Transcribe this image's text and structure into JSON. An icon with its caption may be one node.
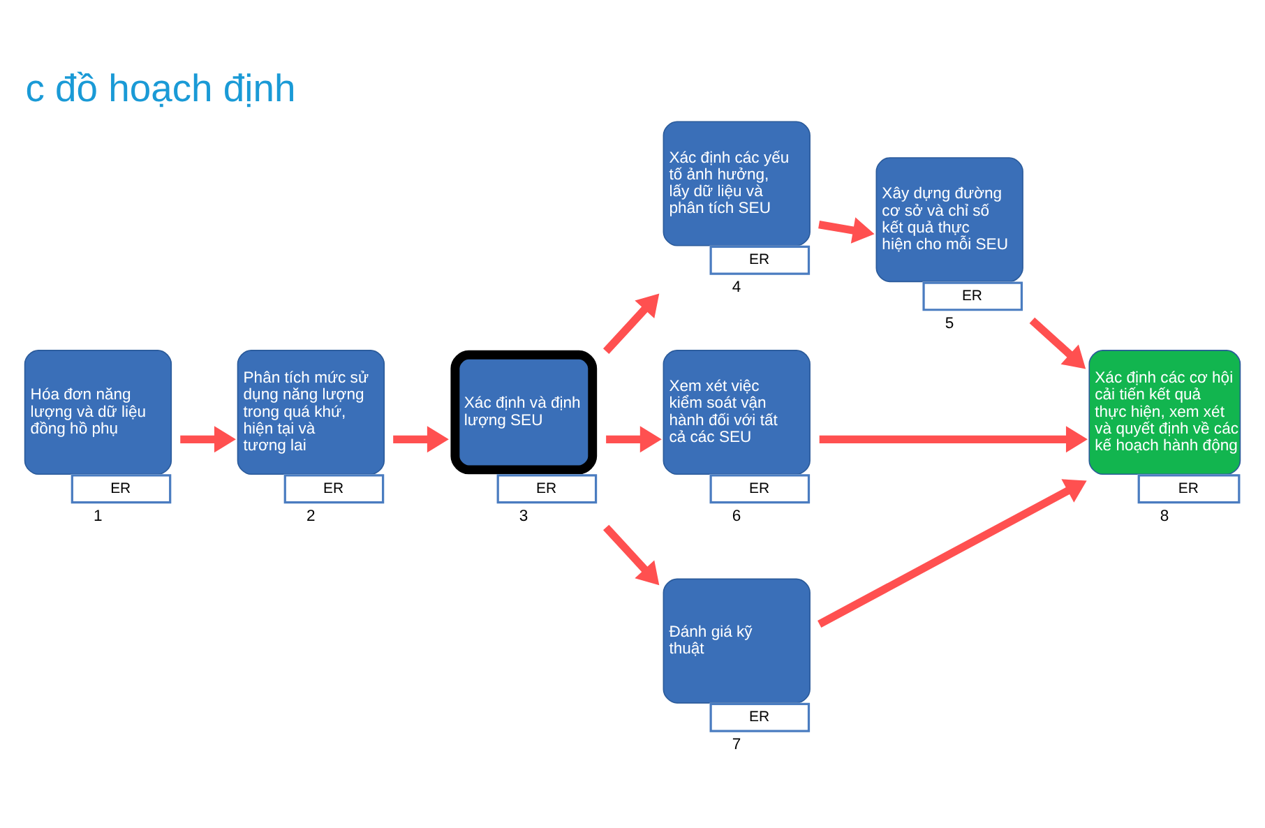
{
  "diagram": {
    "title": "c đồ hoạch định",
    "nodes": [
      {
        "text": [
          "Hóa đơn năng lượng và dữ liệu đồng hồ phụ",
          "ER"
        ],
        "beside": [
          "1"
        ]
      },
      {
        "text": [
          "Phân tích mức sử dụng năng lượng trong quá khứ, hiện tại và tương lai",
          "ER"
        ],
        "beside": [
          "2"
        ]
      },
      {
        "text": [
          "Xác định và định lượng SEU",
          "ER"
        ],
        "beside": [
          "3"
        ]
      },
      {
        "text": [
          "Xác định các yếu tố ảnh hưởng, lấy dữ liệu và phân tích SEU",
          "ER"
        ],
        "beside": [
          "4"
        ]
      },
      {
        "text": [
          "Xây dựng đường cơ sở và chỉ số kết quả thực hiện cho mỗi SEU",
          "ER"
        ],
        "beside": [
          "5"
        ]
      },
      {
        "text": [
          "Xem xét việc kiểm soát vận hành đối với tất cả các SEU",
          "ER"
        ],
        "beside": [
          "6"
        ]
      },
      {
        "text": [
          "Đánh giá kỹ thuật",
          "ER"
        ],
        "beside": [
          "7"
        ]
      },
      {
        "text": [
          "Xác định các cơ hội cải tiến kết quả thực hiện, xem xét và quyết định về các kế hoạch hành động",
          "ER"
        ],
        "beside": [
          "8"
        ]
      }
    ],
    "edges": [
      {
        "from": 0,
        "to": 1,
        "arrow": "to"
      },
      {
        "from": 1,
        "to": 2,
        "arrow": "to"
      },
      {
        "from": 2,
        "to": 5,
        "arrow": "to"
      },
      {
        "from": 2,
        "to": 6,
        "arrow": "to"
      },
      {
        "from": 2,
        "to": 3,
        "arrow": "to"
      },
      {
        "from": 3,
        "to": 4,
        "arrow": "to"
      },
      {
        "from": 5,
        "to": 7,
        "arrow": "to"
      },
      {
        "from": 6,
        "to": 7,
        "arrow": "to"
      },
      {
        "from": 4,
        "to": 7,
        "arrow": "to"
      }
    ]
  }
}
